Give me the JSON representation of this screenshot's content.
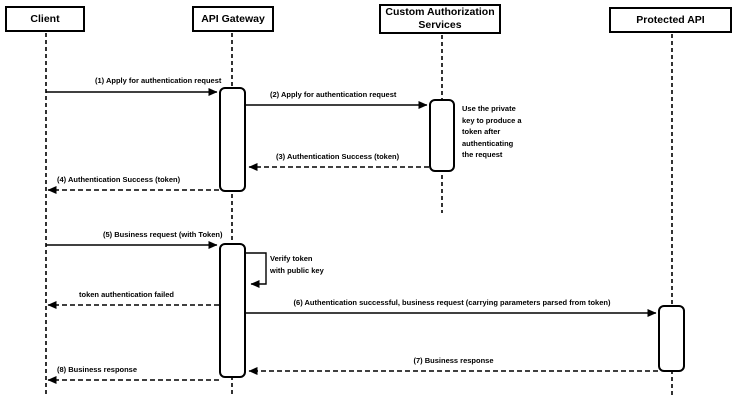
{
  "colors": {
    "line": "#000000",
    "background": "#ffffff",
    "text": "#000000"
  },
  "participants": [
    {
      "label": "Client"
    },
    {
      "label": "API Gateway"
    },
    {
      "label": "Custom Authorization\nServices"
    },
    {
      "label": "Protected API"
    }
  ],
  "messages": [
    {
      "label": "(1) Apply for authentication request",
      "from": "Client",
      "to": "API Gateway",
      "style": "solid"
    },
    {
      "label": "(2) Apply for authentication request",
      "from": "API Gateway",
      "to": "Custom Authorization Services",
      "style": "solid"
    },
    {
      "label": "(3) Authentication Success (token)",
      "from": "Custom Authorization Services",
      "to": "API Gateway",
      "style": "dashed"
    },
    {
      "label": "(4) Authentication Success (token)",
      "from": "API Gateway",
      "to": "Client",
      "style": "dashed"
    },
    {
      "label": "(5) Business request (with Token)",
      "from": "Client",
      "to": "API Gateway",
      "style": "solid"
    },
    {
      "label": "Verify token\nwith public key",
      "from": "API Gateway",
      "to": "API Gateway",
      "style": "self"
    },
    {
      "label": "token authentication failed",
      "from": "API Gateway",
      "to": "Client",
      "style": "dashed"
    },
    {
      "label": "(6) Authentication successful, business request (carrying parameters parsed from token)",
      "from": "API Gateway",
      "to": "Protected API",
      "style": "solid"
    },
    {
      "label": "(7) Business response",
      "from": "Protected API",
      "to": "API Gateway",
      "style": "dashed"
    },
    {
      "label": "(8) Business response",
      "from": "API Gateway",
      "to": "Client",
      "style": "dashed"
    }
  ],
  "note": {
    "text": "Use the private\nkey to produce a\ntoken after\nauthenticating\nthe request"
  }
}
